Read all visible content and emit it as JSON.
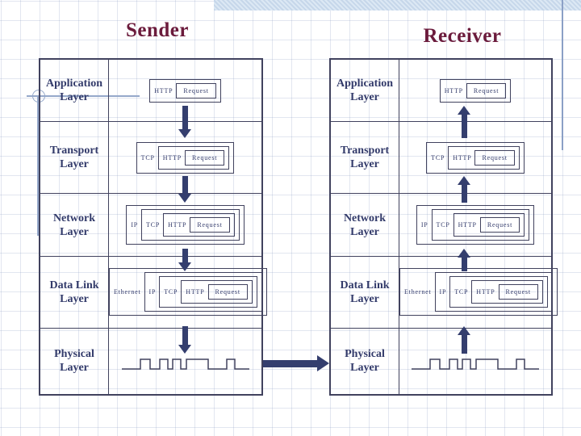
{
  "slide": {
    "sender_title": "Sender",
    "receiver_title": "Receiver"
  },
  "layers": [
    {
      "label_line1": "Application",
      "label_line2": "Layer",
      "stack": [
        "HTTP"
      ],
      "payload": "Request"
    },
    {
      "label_line1": "Transport",
      "label_line2": "Layer",
      "stack": [
        "TCP",
        "HTTP"
      ],
      "payload": "Request"
    },
    {
      "label_line1": "Network",
      "label_line2": "Layer",
      "stack": [
        "IP",
        "TCP",
        "HTTP"
      ],
      "payload": "Request"
    },
    {
      "label_line1": "Data Link",
      "label_line2": "Layer",
      "stack": [
        "Ethernet",
        "IP",
        "TCP",
        "HTTP"
      ],
      "payload": "Request"
    },
    {
      "label_line1": "Physical",
      "label_line2": "Layer",
      "stack": [],
      "payload": "signal-waveform"
    }
  ],
  "colors": {
    "title_text": "#6b1b3c",
    "layer_label_text": "#323a6a",
    "box_border": "#41425e",
    "arrow": "#343e6e",
    "decoration_blue": "#95a8ca",
    "top_band_blue": "#ccdcec"
  }
}
